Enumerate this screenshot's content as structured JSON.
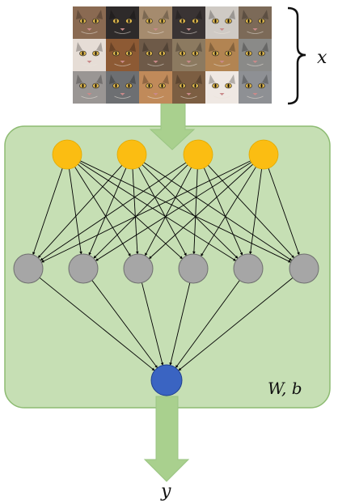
{
  "labels": {
    "input": "x",
    "params": "W, b",
    "output": "y"
  },
  "network": {
    "input_nodes": 4,
    "hidden_nodes": 6,
    "output_nodes": 1
  },
  "image": {
    "description_icon": "cat-faces-grid",
    "grid_rows": 3,
    "grid_cols": 6,
    "tiles": [
      [
        "#8a6a52",
        "#2e2a2a",
        "#a58b6e",
        "#3a3434",
        "#cfcac4",
        "#7c6a58"
      ],
      [
        "#e6ddd6",
        "#8d5a34",
        "#6e5a48",
        "#8c7a60",
        "#b28452",
        "#8a8a88"
      ],
      [
        "#9a9694",
        "#6d6f72",
        "#c08a5a",
        "#7c5e42",
        "#efe8e3",
        "#8e9094"
      ]
    ]
  },
  "colors": {
    "panel_fill": "#c6dfb4",
    "panel_stroke": "#8dbb72",
    "input_node": "#fbbd12",
    "hidden_node": "#a6a6a6",
    "output_node": "#3a64c2",
    "arrow_fill": "#a9d08e",
    "edge": "#000000"
  }
}
